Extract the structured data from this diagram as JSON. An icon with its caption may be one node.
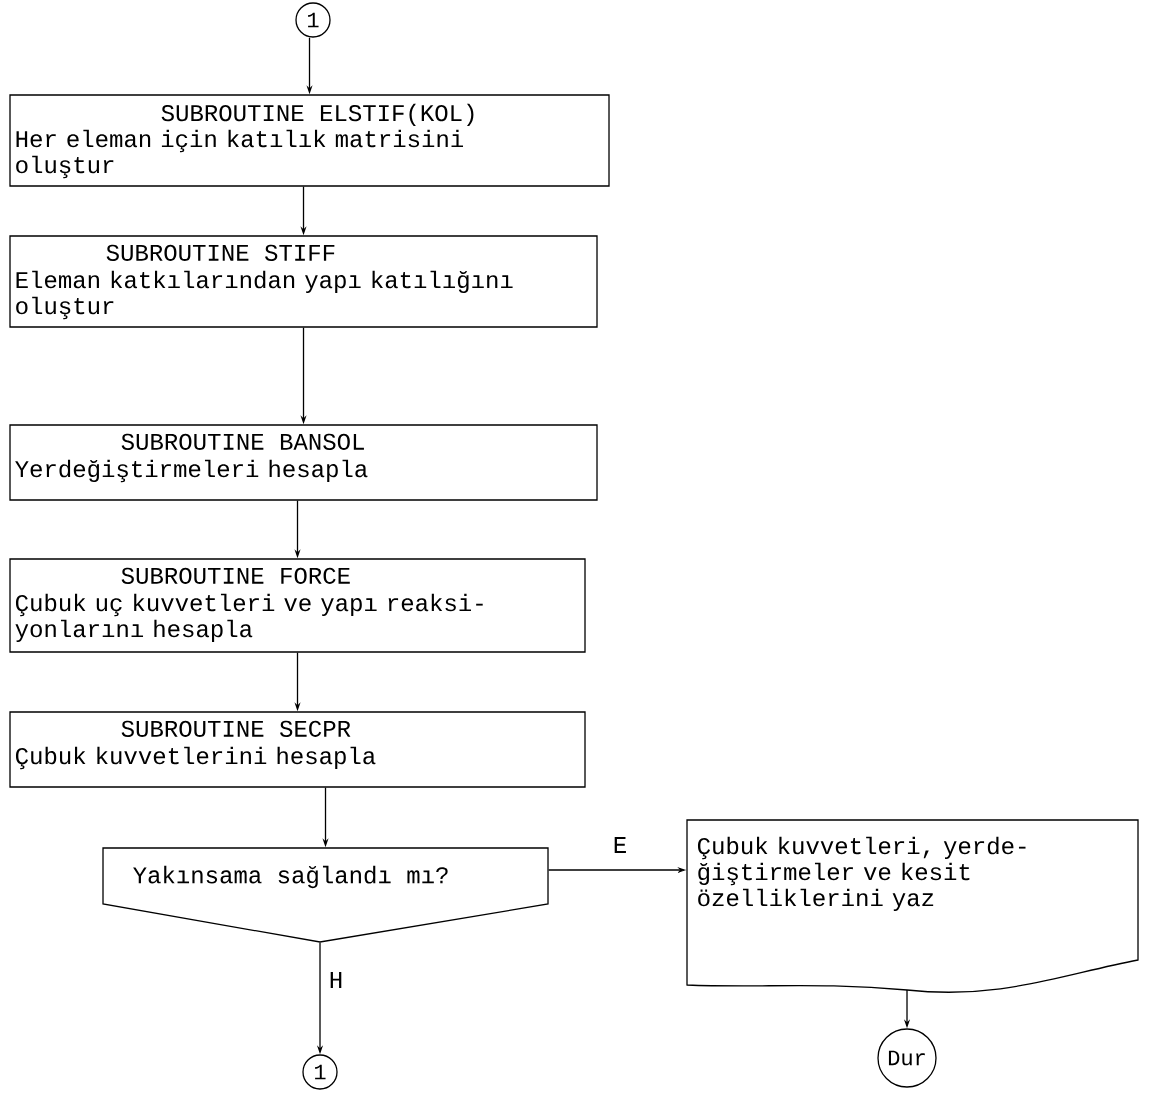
{
  "diagram": {
    "nodes": [
      {
        "text": [
          "1"
        ]
      },
      {
        "text": [
          "SUBROUTINE ELSTIF(KOL)",
          "Her eleman için katılık matrisini oluştur"
        ]
      },
      {
        "text": [
          "SUBROUTINE STIFF",
          "Eleman katkılarından yapı katılığını oluştur"
        ]
      },
      {
        "text": [
          "SUBROUTINE BANSOL",
          "Yerdeğiştirmeleri hesapla"
        ]
      },
      {
        "text": [
          "SUBROUTINE FORCE",
          "Çubuk uç kuvvetleri ve yapı reaksi- yonlarını hesapla"
        ]
      },
      {
        "text": [
          "SUBROUTINE SECPR",
          "Çubuk kuvvetlerini hesapla"
        ]
      },
      {
        "text": [
          "Yakınsama sağlandı mı?"
        ]
      },
      {
        "text": [
          "Çubuk kuvvetleri, yerde- ğiştirmeler ve kesit özelliklerini yaz"
        ]
      },
      {
        "text": [
          "1"
        ]
      },
      {
        "text": [
          "Dur"
        ]
      }
    ],
    "edges": [
      {
        "from": 0,
        "to": 1,
        "arrow": "to"
      },
      {
        "from": 1,
        "to": 2,
        "arrow": "to"
      },
      {
        "from": 2,
        "to": 3,
        "arrow": "to"
      },
      {
        "from": 3,
        "to": 4,
        "arrow": "to"
      },
      {
        "from": 4,
        "to": 5,
        "arrow": "to"
      },
      {
        "from": 5,
        "to": 6,
        "arrow": "to"
      },
      {
        "from": 6,
        "to": 7,
        "arrow": "to",
        "label": "E"
      },
      {
        "from": 6,
        "to": 8,
        "arrow": "to",
        "label": "H"
      },
      {
        "from": 7,
        "to": 9,
        "arrow": "to"
      }
    ]
  }
}
